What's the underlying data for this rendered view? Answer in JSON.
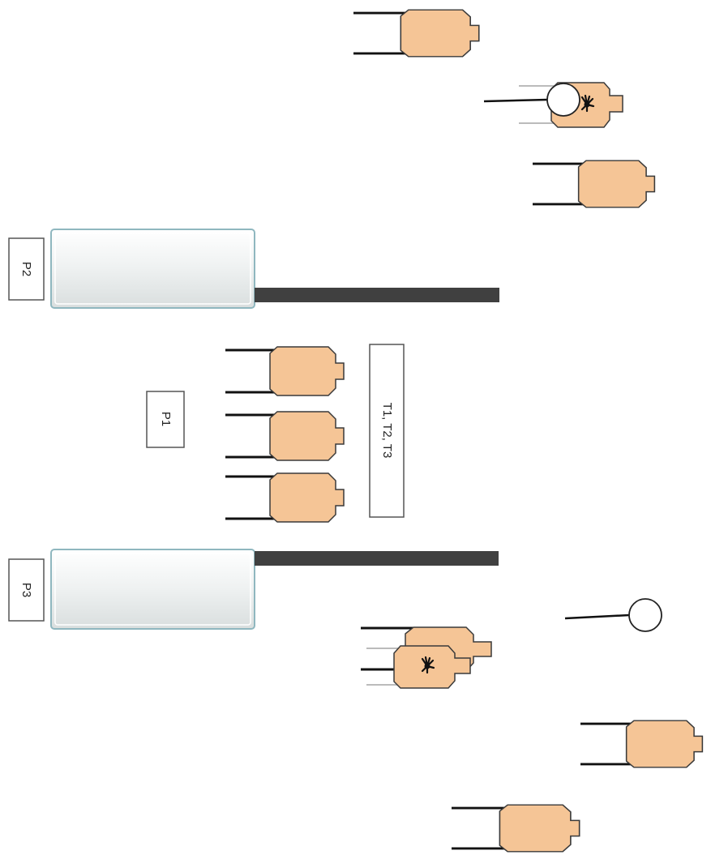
{
  "labels": {
    "p1": "P1",
    "p2": "P2",
    "p3": "P3",
    "targets": "T1, T2, T3"
  },
  "colors": {
    "target_fill": "#f5c596",
    "target_stroke": "#3a3a3a",
    "barricade_fill": "#e8ecec",
    "barricade_edge": "#8fb7bf",
    "wall": "#404040",
    "line": "#000000"
  },
  "icons": {
    "target": "target-silhouette-icon",
    "hand": "hand-icon",
    "no_shoot": "no-shoot-disc-icon",
    "barricade": "barricade-icon",
    "wall": "wall-icon"
  }
}
